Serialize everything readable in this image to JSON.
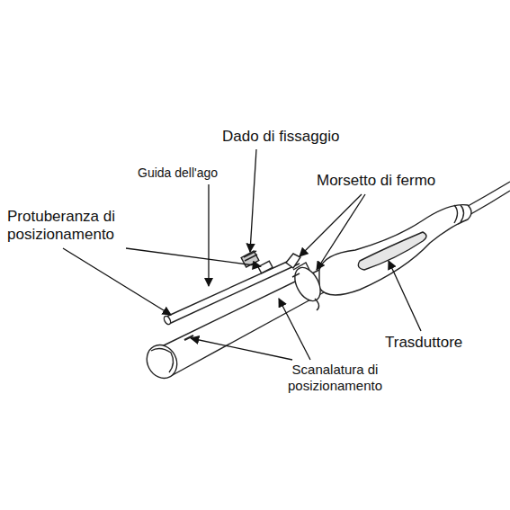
{
  "diagram": {
    "labels": [
      "Dado di fissaggio",
      "Guida dell'ago",
      "Morsetto di fermo",
      "Protuberanza di posizionamento",
      "Trasduttore",
      "Scanalatura di posizionamento"
    ]
  }
}
